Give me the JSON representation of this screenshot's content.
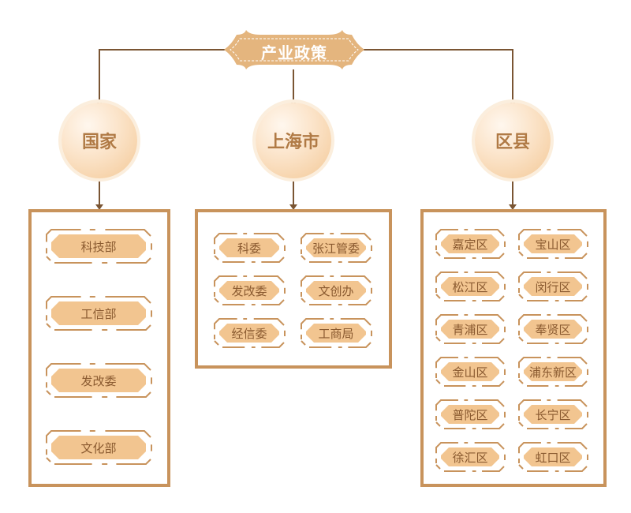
{
  "title": "产业政策",
  "colors": {
    "line": "#7a5533",
    "frame": "#c8935c",
    "tag_fill": "#f2c590",
    "tag_text": "#8a5a30",
    "circle_text": "#b07a45",
    "banner_fill": "#e4b57e"
  },
  "categories": [
    {
      "name": "国家",
      "items": [
        "科技部",
        "工信部",
        "发改委",
        "文化部"
      ]
    },
    {
      "name": "上海市",
      "items": [
        "科委",
        "张江管委",
        "发改委",
        "文创办",
        "经信委",
        "工商局"
      ]
    },
    {
      "name": "区县",
      "items": [
        "嘉定区",
        "宝山区",
        "松江区",
        "闵行区",
        "青浦区",
        "奉贤区",
        "金山区",
        "浦东新区",
        "普陀区",
        "长宁区",
        "徐汇区",
        "虹口区"
      ]
    }
  ]
}
